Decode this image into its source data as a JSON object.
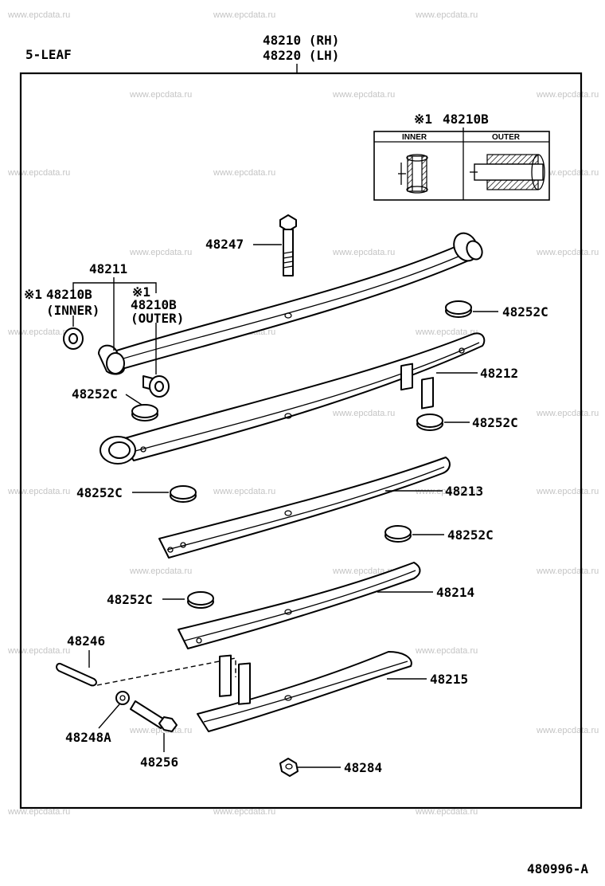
{
  "watermark": "www.epcdata.ru",
  "header": {
    "leaf_count": "5-LEAF",
    "assembly_rh": "48210 (RH)",
    "assembly_lh": "48220 (LH)"
  },
  "inset": {
    "note": "※1",
    "part": "48210B",
    "inner_label": "INNER",
    "outer_label": "OUTER"
  },
  "callouts": {
    "bolt_48247": "48247",
    "leaf_48211": "48211",
    "bushing_inner_note": "※1",
    "bushing_inner_part": "48210B",
    "bushing_inner_desc": "(INNER)",
    "bushing_outer_note": "※1",
    "bushing_outer_part": "48210B",
    "bushing_outer_desc": "(OUTER)",
    "pad_1": "48252C",
    "leaf_48212": "48212",
    "pad_2": "48252C",
    "pad_3": "48252C",
    "pad_4": "48252C",
    "leaf_48213": "48213",
    "pad_5": "48252C",
    "pad_6": "48252C",
    "leaf_48214": "48214",
    "pin_48246": "48246",
    "leaf_48215": "48215",
    "washer_48248A": "48248A",
    "bolt_48256": "48256",
    "nut_48284": "48284"
  },
  "footer": {
    "diagram_id": "480996-A"
  }
}
